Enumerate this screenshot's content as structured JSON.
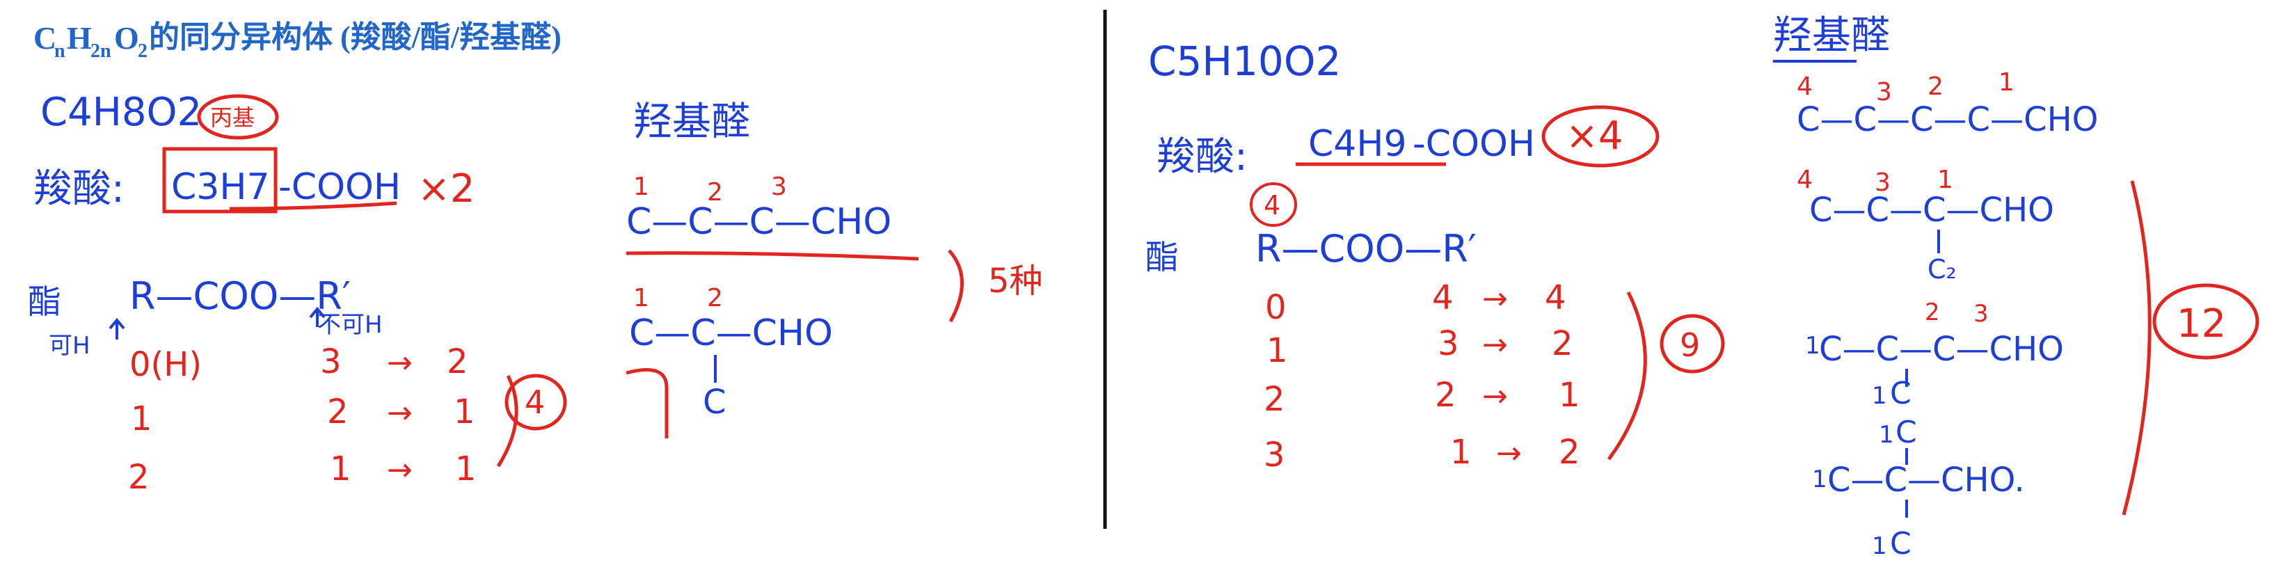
{
  "title": {
    "prefix": "C",
    "n_sub": "n",
    "h": "H",
    "h_sub": "2n",
    "o": "O",
    "o_sub": "2",
    "rest": " 的同分异构体 (羧酸/酯/羟基醛)"
  },
  "left": {
    "formula": "C4H8O2",
    "circled_note": "丙基",
    "acid_label": "羧酸:",
    "acid_group": "C3H7",
    "acid_tail": "-COOH",
    "acid_count": "×2",
    "ester_label": "酯",
    "ester_formula": "R—COO—R′",
    "left_note": "可H",
    "right_note": "不可H",
    "ester_rows": [
      {
        "r": "0(H)",
        "rp": "3",
        "n": "2"
      },
      {
        "r": "1",
        "rp": "2",
        "n": "1"
      },
      {
        "r": "2",
        "rp": "1",
        "n": "1"
      }
    ],
    "ester_total": "4",
    "hydroxy_title": "羟基醛",
    "chain1": "C—C—C—CHO",
    "chain1_nums": [
      "1",
      "2",
      "3"
    ],
    "chain2": "C—C—CHO",
    "chain2_nums": [
      "1",
      "2"
    ],
    "chain2_branch": "C",
    "hydroxy_total": "5种"
  },
  "right": {
    "formula": "C5H10O2",
    "acid_label": "羧酸:",
    "acid_group": "C4H9",
    "acid_tail": "-COOH",
    "acid_count": "×4",
    "ester_label": "酯",
    "ester_formula": "R—COO—R′",
    "circled_four": "4",
    "ester_rows": [
      {
        "r": "0",
        "rp": "4",
        "n": "4"
      },
      {
        "r": "1",
        "rp": "3",
        "n": "2"
      },
      {
        "r": "2",
        "rp": "2",
        "n": "1"
      },
      {
        "r": "3",
        "rp": "1",
        "n": "2"
      }
    ],
    "ester_total": "9",
    "hydroxy_title": "羟基醛",
    "structures": [
      {
        "main": "C—C—C—C—CHO",
        "nums": [
          "4",
          "3",
          "2",
          "1"
        ],
        "branch": ""
      },
      {
        "main": "C—C—C—CHO",
        "nums": [
          "4",
          "3",
          "1"
        ],
        "branch": "C₂"
      },
      {
        "main": "C—C—C—CHO",
        "nums": [
          "1",
          "2",
          "3"
        ],
        "branch": "C",
        "pre": "1",
        "branch_num": "1"
      },
      {
        "main": "C—C—CHO.",
        "nums": [],
        "top": "C",
        "top_num": "1",
        "branch": "C",
        "pre": "1",
        "branch_num": "1"
      }
    ],
    "hydroxy_total": "12"
  }
}
